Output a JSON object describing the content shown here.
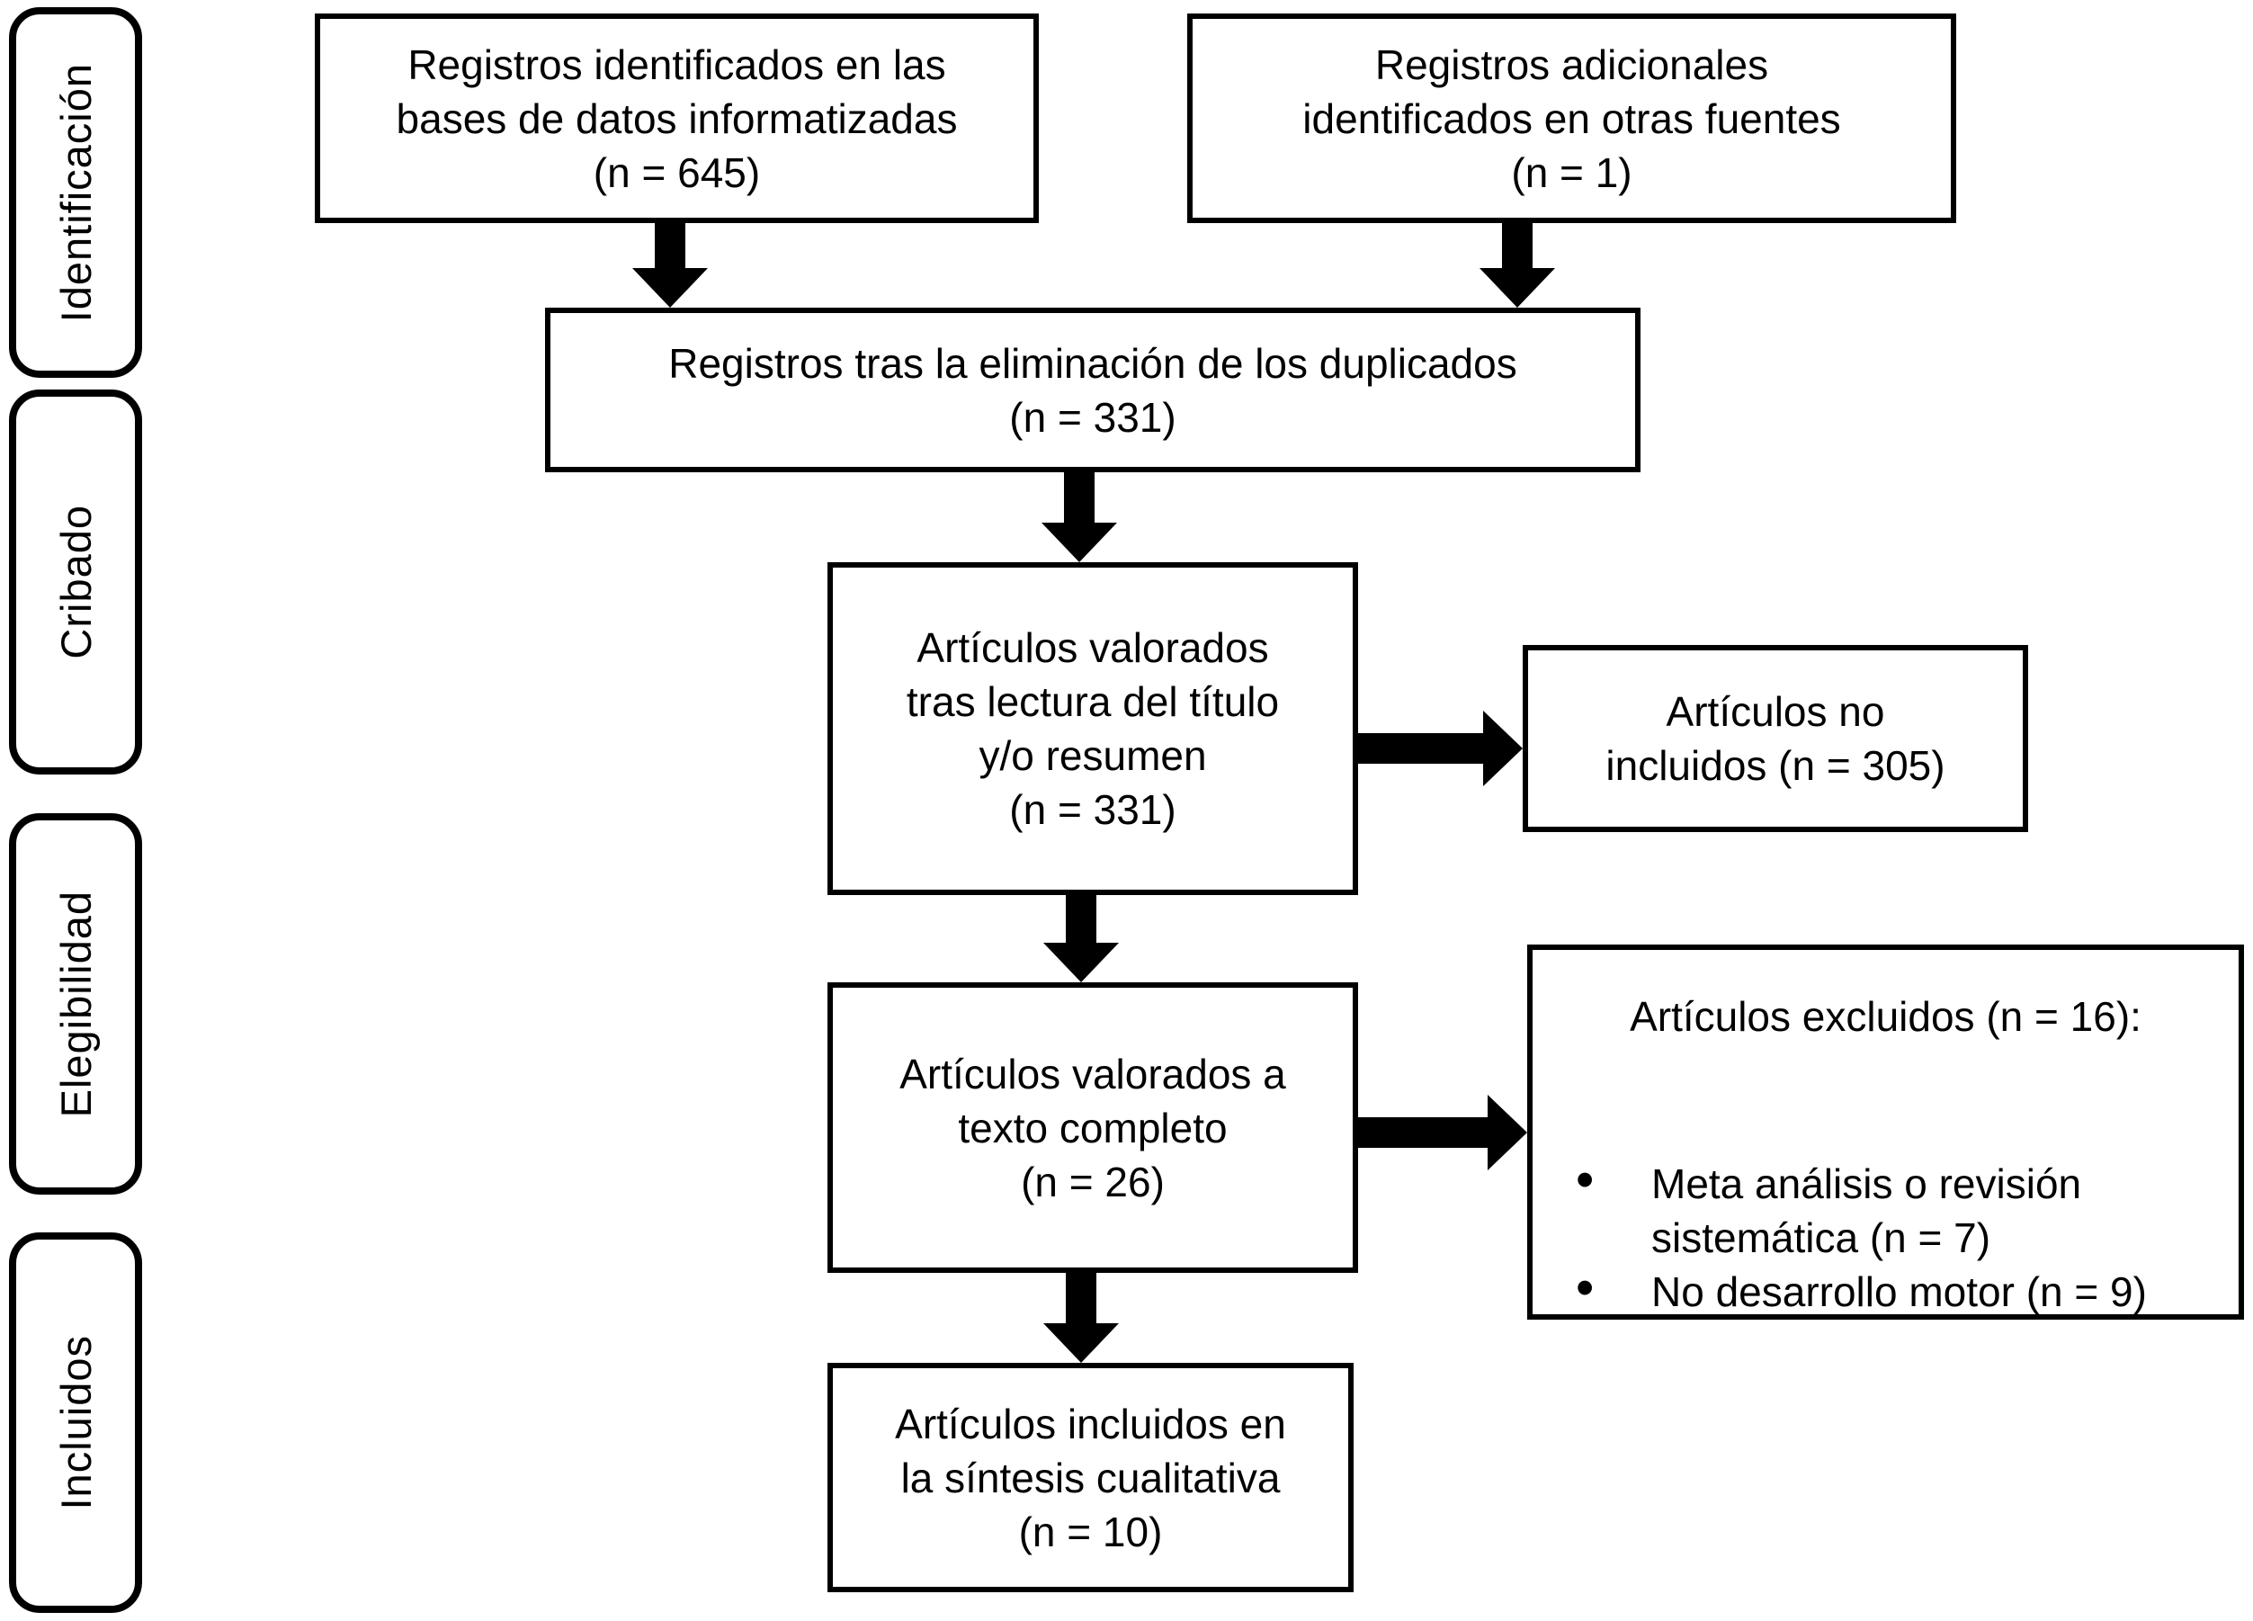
{
  "colors": {
    "ink": "#000000",
    "paper": "#ffffff"
  },
  "stages": [
    {
      "label": "Identificación"
    },
    {
      "label": "Cribado"
    },
    {
      "label": "Elegibilidad"
    },
    {
      "label": "Incluidos"
    }
  ],
  "boxes": {
    "identified_db": {
      "lines": [
        "Registros identificados en las",
        "bases de datos informatizadas",
        "(n = 645)"
      ]
    },
    "additional_sources": {
      "lines": [
        "Registros adicionales",
        "identificados en otras fuentes",
        "(n = 1)"
      ]
    },
    "after_duplicates": {
      "lines": [
        "Registros tras la eliminación de los duplicados",
        "(n = 331)"
      ]
    },
    "title_abstract": {
      "lines": [
        "Artículos valorados",
        "tras lectura del título",
        "y/o resumen",
        "(n = 331)"
      ]
    },
    "not_included": {
      "lines": [
        "Artículos no",
        "incluidos (n = 305)"
      ]
    },
    "full_text": {
      "lines": [
        "Artículos valorados a",
        "texto completo",
        "(n = 26)"
      ]
    },
    "excluded": {
      "title": "Artículos excluidos (n = 16):",
      "bullets": [
        "Meta análisis o revisión sistemática (n = 7)",
        "No desarrollo motor (n = 9)"
      ]
    },
    "included_synthesis": {
      "lines": [
        "Artículos incluidos en",
        "la síntesis cualitativa",
        "(n = 10)"
      ]
    }
  }
}
